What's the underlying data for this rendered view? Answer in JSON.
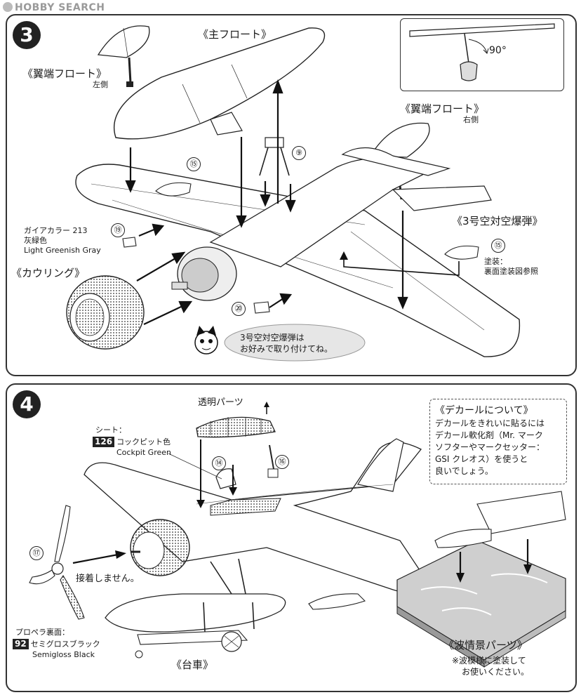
{
  "watermark": "HOBBY SEARCH",
  "step3": {
    "number": "3",
    "inset_angle": "90°",
    "main_float": "《主フロート》",
    "wingtip_float_left": "《翼端フロート》",
    "left_side": "左側",
    "wingtip_float_right": "《翼端フロート》",
    "right_side": "右側",
    "part_15a": "⑮",
    "part_9": "⑨",
    "part_19": "⑲",
    "part_20": "⑳",
    "part_15b": "⑮",
    "gaia_color": "ガイアカラー 213",
    "gray_jp": "灰緑色",
    "gray_en": "Light Greenish Gray",
    "cowling": "《カウリング》",
    "bomb_title": "《3号空対空爆弾》",
    "paint_label": "塗装：",
    "paint_ref": "裏面塗装図参照",
    "note_line1": "3号空対空爆弾は",
    "note_line2": "お好みで取り付けてね。"
  },
  "step4": {
    "number": "4",
    "clear_parts": "透明パーツ",
    "seat_label": "シート：",
    "code_126": "126",
    "cockpit_jp": "コックピット色",
    "cockpit_en": "Cockpit Green",
    "part_14": "⑭",
    "part_16": "⑯",
    "part_17": "⑰",
    "no_glue": "接着しません。",
    "prop_back": "プロペラ裏面：",
    "code_92": "92",
    "semigloss_jp": "セミグロスブラック",
    "semigloss_en": "Semigloss Black",
    "cart": "《台車》",
    "decal_title": "《デカールについて》",
    "decal_lines": [
      "デカールをきれいに貼るには",
      "デカール軟化剤（Mr. マーク",
      "ソフターやマークセッター：",
      "GSI クレオス）を使うと",
      "良いでしょう。"
    ],
    "wave_title": "《波情景パーツ》",
    "wave_line1": "※波模様に塗装して",
    "wave_line2": "お使いください。"
  }
}
